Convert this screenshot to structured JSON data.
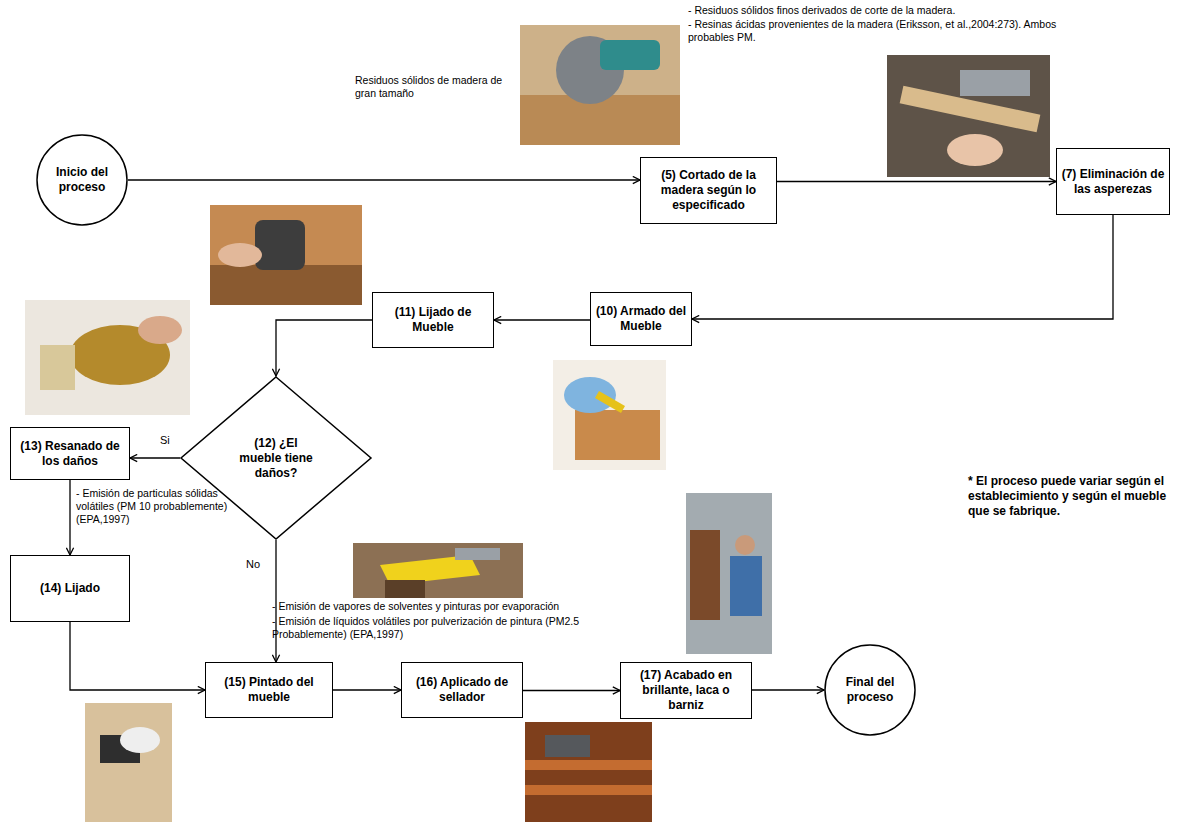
{
  "diagram": {
    "nodes": [
      {
        "text": [
          "Inicio del proceso"
        ]
      },
      {
        "text": [
          "(5) Cortado de la madera según lo especificado"
        ]
      },
      {
        "text": [
          "(7) Eliminación de las asperezas"
        ]
      },
      {
        "text": [
          "(10) Armado del Mueble"
        ]
      },
      {
        "text": [
          "(11) Lijado de Mueble"
        ]
      },
      {
        "text": [
          "(12) ¿El mueble tiene daños?"
        ]
      },
      {
        "text": [
          "(13) Resanado de los daños"
        ]
      },
      {
        "text": [
          "(14) Lijado"
        ]
      },
      {
        "text": [
          "(15) Pintado del mueble"
        ]
      },
      {
        "text": [
          "(16) Aplicado de sellador"
        ]
      },
      {
        "text": [
          "(17) Acabado en brillante, laca o barniz"
        ]
      },
      {
        "text": [
          "Final del proceso"
        ]
      }
    ],
    "edges": [
      {
        "from": 0,
        "to": 1,
        "arrow": "to"
      },
      {
        "from": 1,
        "to": 2,
        "arrow": "to"
      },
      {
        "from": 2,
        "to": 3,
        "arrow": "to"
      },
      {
        "from": 3,
        "to": 4,
        "arrow": "to"
      },
      {
        "from": 4,
        "to": 5,
        "arrow": "to"
      },
      {
        "from": 5,
        "to": 6,
        "label": "Si",
        "arrow": "to"
      },
      {
        "from": 5,
        "to": 8,
        "label": "No",
        "arrow": "to"
      },
      {
        "from": 6,
        "to": 7,
        "arrow": "to"
      },
      {
        "from": 7,
        "to": 8,
        "arrow": "to"
      },
      {
        "from": 8,
        "to": 9,
        "arrow": "to"
      },
      {
        "from": 9,
        "to": 10,
        "arrow": "to"
      },
      {
        "from": 10,
        "to": 11,
        "arrow": "to"
      }
    ],
    "labels": [
      "Residuos sólidos de madera de gran tamaño",
      "- Residuos sólidos finos derivados de corte de la madera.",
      "- Resinas ácidas provenientes de la madera (Eriksson, et al.,2004:273). Ambos probables PM.",
      "- Emisión de particulas sólidas volátiles (PM 10 probablemente) (EPA,1997)",
      "- Emisión de vapores de solventes y pinturas por evaporación",
      "- Emisión de líquidos volátiles por pulverización de pintura (PM2.5 Probablemente) (EPA,1997)",
      "* El proceso puede variar según el establecimiento y según el mueble que se fabrique."
    ]
  }
}
